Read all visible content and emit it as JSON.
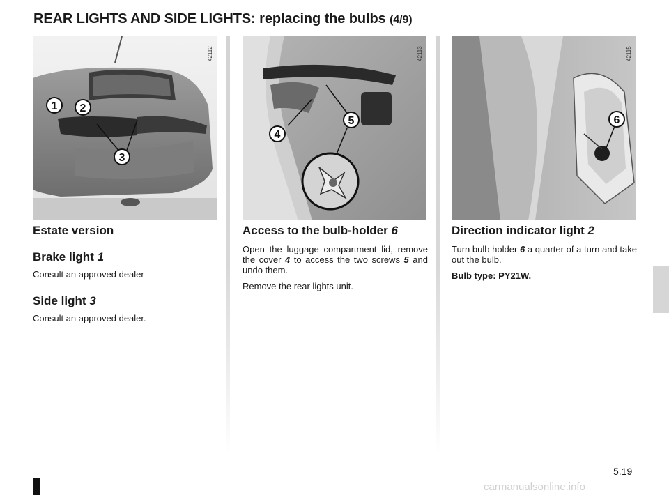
{
  "title": {
    "main": "REAR LIGHTS AND SIDE LIGHTS: replacing the bulbs",
    "suffix": "(4/9)"
  },
  "figures": {
    "fig1": {
      "ref": "42112",
      "callouts": [
        "1",
        "2",
        "3"
      ]
    },
    "fig2": {
      "ref": "42113",
      "callouts": [
        "4",
        "5"
      ]
    },
    "fig3": {
      "ref": "42115",
      "callouts": [
        "6"
      ]
    }
  },
  "col1": {
    "heading": "Estate version",
    "brake_heading": "Brake light",
    "brake_num": "1",
    "brake_text": "Consult an approved dealer",
    "side_heading": "Side light",
    "side_num": "3",
    "side_text": "Consult an approved dealer."
  },
  "col2": {
    "heading": "Access to the bulb-holder",
    "heading_num": "6",
    "p1_a": "Open the luggage compartment lid, remove the cover",
    "p1_num1": "4",
    "p1_b": "to access the two screws",
    "p1_num2": "5",
    "p1_c": "and undo them.",
    "p2": "Remove the rear lights unit."
  },
  "col3": {
    "heading": "Direction indicator light",
    "heading_num": "2",
    "p1_a": "Turn bulb holder",
    "p1_num": "6",
    "p1_b": "a quarter of a turn and take out the bulb.",
    "bulb_type": "Bulb type: PY21W."
  },
  "footer": {
    "page_number": "5.19",
    "watermark": "carmanualsonline.info"
  }
}
